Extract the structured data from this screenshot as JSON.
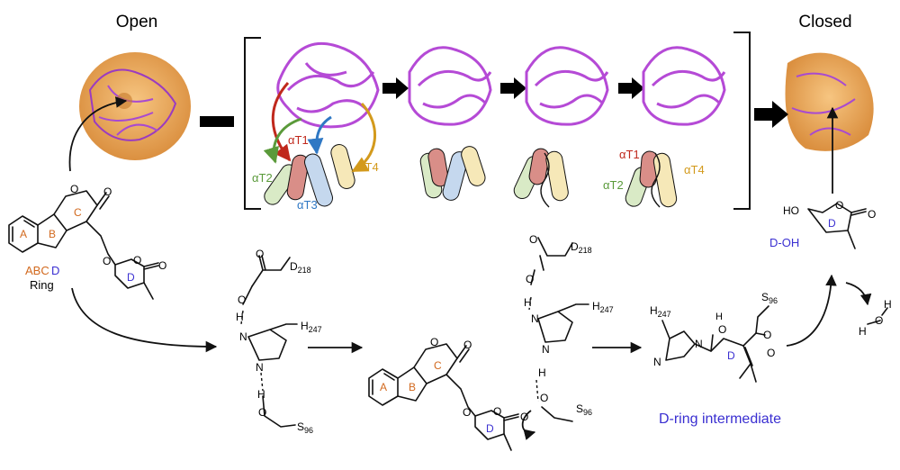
{
  "titles": {
    "open": "Open",
    "closed": "Closed"
  },
  "helices": {
    "t1": "αT1",
    "t2": "αT2",
    "t3": "αT3",
    "t4": "αT4"
  },
  "rings": {
    "a": "A",
    "b": "B",
    "c": "C",
    "d": "D"
  },
  "ring_label": {
    "abc": "ABC",
    "d": "D",
    "ring": "Ring"
  },
  "residues": {
    "d218": "D",
    "d218_sub": "218",
    "h247": "H",
    "h247_sub": "247",
    "s96": "S",
    "s96_sub": "96"
  },
  "atoms": {
    "o": "O",
    "n": "N",
    "h": "H",
    "ho": "HO"
  },
  "products": {
    "doh": "D-OH",
    "intermediate": "D-ring intermediate"
  },
  "colors": {
    "orange_text": "#d2691e",
    "blue_text": "#3a2fd1",
    "red": "#c0281c",
    "green": "#5a9a3a",
    "blue": "#2f78c4",
    "gold": "#d39a1c",
    "protein": "#b54ad6",
    "surface": "#e8a04a"
  }
}
